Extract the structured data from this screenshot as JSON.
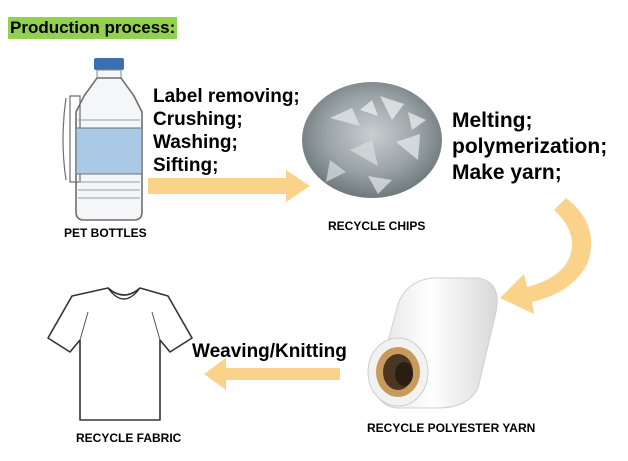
{
  "title": "Production process:",
  "stage1": {
    "caption": "PET BOTTLES",
    "steps": [
      "Label removing;",
      "Crushing;",
      "Washing;",
      "Sifting;"
    ]
  },
  "stage2": {
    "caption": "RECYCLE CHIPS",
    "steps": [
      "Melting;",
      "polymerization;",
      "Make yarn;"
    ]
  },
  "stage3": {
    "caption": "RECYCLE POLYESTER YARN",
    "step": "Weaving/Knitting"
  },
  "stage4": {
    "caption": "RECYCLE FABRIC"
  },
  "colors": {
    "title_bg": "#92d050",
    "arrow": "#fad28a",
    "bottle_label": "#a9c9e6"
  }
}
